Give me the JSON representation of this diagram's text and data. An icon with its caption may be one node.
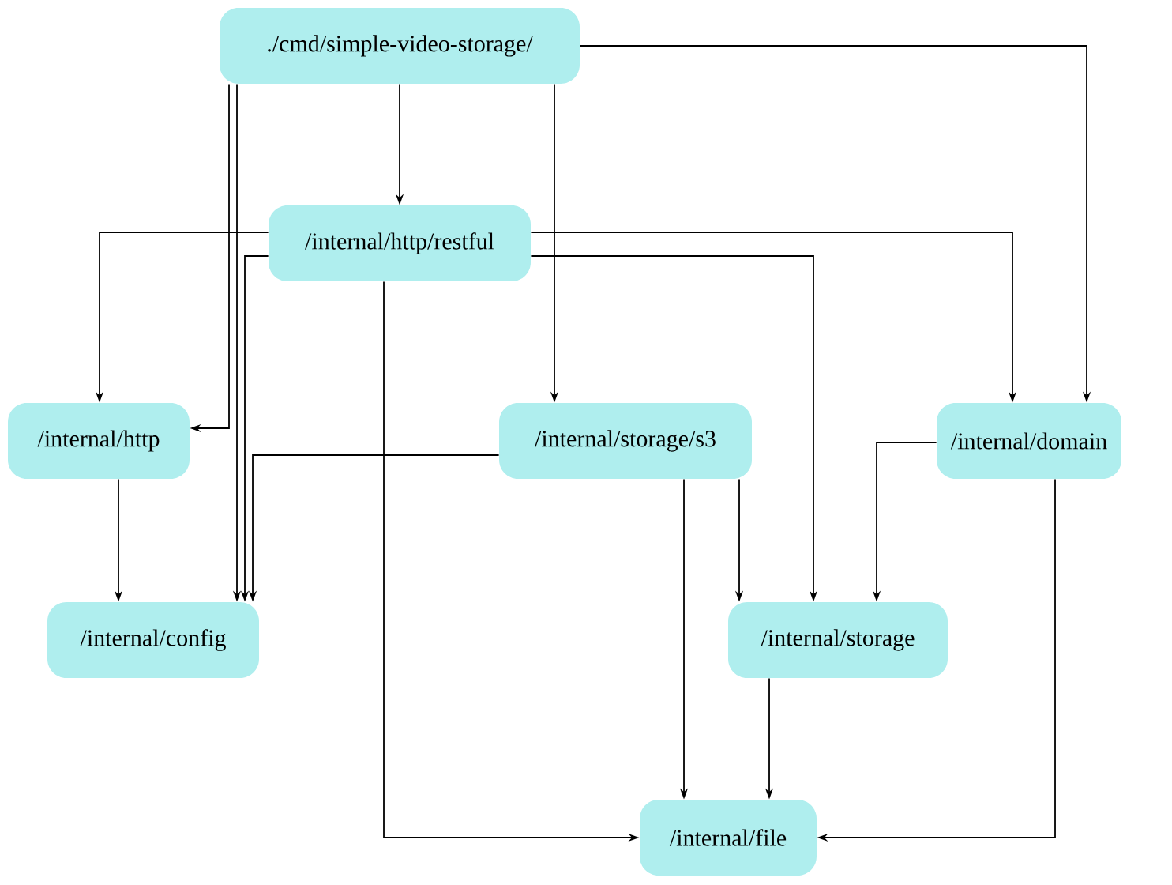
{
  "diagram": {
    "nodes": [
      {
        "text": [
          "./cmd/simple-video-storage/"
        ]
      },
      {
        "text": [
          "/internal/http/restful"
        ]
      },
      {
        "text": [
          "/internal/http"
        ]
      },
      {
        "text": [
          "/internal/storage/s3"
        ]
      },
      {
        "text": [
          "/internal/domain"
        ]
      },
      {
        "text": [
          "/internal/config"
        ]
      },
      {
        "text": [
          "/internal/storage"
        ]
      },
      {
        "text": [
          "/internal/file"
        ]
      }
    ],
    "edges": [
      {
        "from": 0,
        "to": 1,
        "arrow": "to"
      },
      {
        "from": 0,
        "to": 3,
        "arrow": "to"
      },
      {
        "from": 0,
        "to": 4,
        "arrow": "to"
      },
      {
        "from": 0,
        "to": 2,
        "arrow": "to"
      },
      {
        "from": 0,
        "to": 5,
        "arrow": "to"
      },
      {
        "from": 1,
        "to": 2,
        "arrow": "to"
      },
      {
        "from": 1,
        "to": 5,
        "arrow": "to"
      },
      {
        "from": 1,
        "to": 4,
        "arrow": "to"
      },
      {
        "from": 1,
        "to": 6,
        "arrow": "to"
      },
      {
        "from": 1,
        "to": 7,
        "arrow": "to"
      },
      {
        "from": 2,
        "to": 5,
        "arrow": "to"
      },
      {
        "from": 3,
        "to": 5,
        "arrow": "to"
      },
      {
        "from": 3,
        "to": 6,
        "arrow": "to"
      },
      {
        "from": 3,
        "to": 7,
        "arrow": "to"
      },
      {
        "from": 4,
        "to": 6,
        "arrow": "to"
      },
      {
        "from": 4,
        "to": 7,
        "arrow": "to"
      },
      {
        "from": 6,
        "to": 7,
        "arrow": "to"
      }
    ]
  }
}
